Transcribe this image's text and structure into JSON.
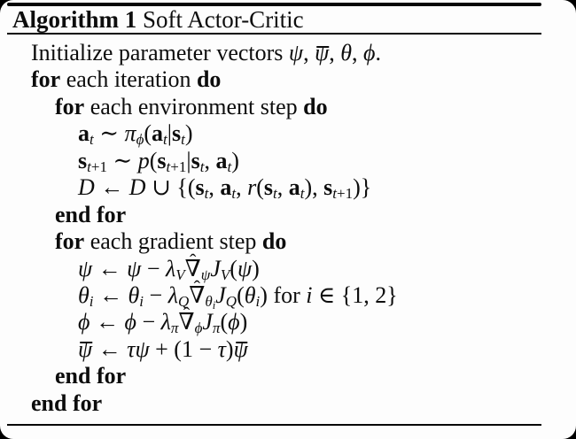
{
  "window": {
    "background": "#000000",
    "page_background": "#fdfdfd",
    "text_color": "#0d0d0d",
    "rule_color": "#060606"
  },
  "glyphs": {
    "hat": "ˆ",
    "bar": "¯"
  },
  "header": {
    "label": "Algorithm 1",
    "title": "Soft Actor-Critic"
  },
  "algorithm": {
    "lines": [
      {
        "indent": 0,
        "segments": [
          {
            "t": "Initialize parameter vectors ",
            "s": "rm"
          },
          {
            "t": "ψ",
            "s": "it"
          },
          {
            "t": ", ",
            "s": "rm"
          },
          {
            "t": "ψ",
            "s": "it bar"
          },
          {
            "t": ", ",
            "s": "rm"
          },
          {
            "t": "θ",
            "s": "it"
          },
          {
            "t": ", ",
            "s": "rm"
          },
          {
            "t": "ϕ",
            "s": "it"
          },
          {
            "t": ".",
            "s": "rm"
          }
        ]
      },
      {
        "indent": 0,
        "segments": [
          {
            "t": "for",
            "s": "bf"
          },
          {
            "t": " each iteration ",
            "s": "rm"
          },
          {
            "t": "do",
            "s": "bf"
          }
        ]
      },
      {
        "indent": 1,
        "segments": [
          {
            "t": "for",
            "s": "bf"
          },
          {
            "t": " each environment step ",
            "s": "rm"
          },
          {
            "t": "do",
            "s": "bf"
          }
        ]
      },
      {
        "indent": 2,
        "segments": [
          {
            "t": "a",
            "s": "mbf"
          },
          {
            "t": "t",
            "s": "it sub"
          },
          {
            "t": " ∼ ",
            "s": "rm"
          },
          {
            "t": "π",
            "s": "it"
          },
          {
            "t": "ϕ",
            "s": "it sub"
          },
          {
            "t": "(",
            "s": "rm"
          },
          {
            "t": "a",
            "s": "mbf"
          },
          {
            "t": "t",
            "s": "it sub"
          },
          {
            "t": "|",
            "s": "rm"
          },
          {
            "t": "s",
            "s": "mbf"
          },
          {
            "t": "t",
            "s": "it sub"
          },
          {
            "t": ")",
            "s": "rm"
          }
        ]
      },
      {
        "indent": 2,
        "segments": [
          {
            "t": "s",
            "s": "mbf"
          },
          {
            "t": "t",
            "s": "it sub"
          },
          {
            "t": "+1",
            "s": "sub"
          },
          {
            "t": " ∼ ",
            "s": "rm"
          },
          {
            "t": "p",
            "s": "it"
          },
          {
            "t": "(",
            "s": "rm"
          },
          {
            "t": "s",
            "s": "mbf"
          },
          {
            "t": "t",
            "s": "it sub"
          },
          {
            "t": "+1",
            "s": "sub"
          },
          {
            "t": "|",
            "s": "rm"
          },
          {
            "t": "s",
            "s": "mbf"
          },
          {
            "t": "t",
            "s": "it sub"
          },
          {
            "t": ", ",
            "s": "rm"
          },
          {
            "t": "a",
            "s": "mbf"
          },
          {
            "t": "t",
            "s": "it sub"
          },
          {
            "t": ")",
            "s": "rm"
          }
        ]
      },
      {
        "indent": 2,
        "segments": [
          {
            "t": "D",
            "s": "cal"
          },
          {
            "t": " ← ",
            "s": "rm"
          },
          {
            "t": "D",
            "s": "cal"
          },
          {
            "t": " ∪ {(",
            "s": "rm"
          },
          {
            "t": "s",
            "s": "mbf"
          },
          {
            "t": "t",
            "s": "it sub"
          },
          {
            "t": ", ",
            "s": "rm"
          },
          {
            "t": "a",
            "s": "mbf"
          },
          {
            "t": "t",
            "s": "it sub"
          },
          {
            "t": ", ",
            "s": "rm"
          },
          {
            "t": "r",
            "s": "it"
          },
          {
            "t": "(",
            "s": "rm"
          },
          {
            "t": "s",
            "s": "mbf"
          },
          {
            "t": "t",
            "s": "it sub"
          },
          {
            "t": ", ",
            "s": "rm"
          },
          {
            "t": "a",
            "s": "mbf"
          },
          {
            "t": "t",
            "s": "it sub"
          },
          {
            "t": "), ",
            "s": "rm"
          },
          {
            "t": "s",
            "s": "mbf"
          },
          {
            "t": "t",
            "s": "it sub"
          },
          {
            "t": "+1",
            "s": "sub"
          },
          {
            "t": ")}",
            "s": "rm"
          }
        ]
      },
      {
        "indent": 1,
        "segments": [
          {
            "t": "end for",
            "s": "bf"
          }
        ]
      },
      {
        "indent": 1,
        "segments": [
          {
            "t": "for",
            "s": "bf"
          },
          {
            "t": " each gradient step ",
            "s": "rm"
          },
          {
            "t": "do",
            "s": "bf"
          }
        ]
      },
      {
        "indent": 2,
        "segments": [
          {
            "t": "ψ",
            "s": "it"
          },
          {
            "t": " ← ",
            "s": "rm"
          },
          {
            "t": "ψ",
            "s": "it"
          },
          {
            "t": " − ",
            "s": "rm"
          },
          {
            "t": "λ",
            "s": "it"
          },
          {
            "t": "V",
            "s": "it sub"
          },
          {
            "t": "∇",
            "s": "hat"
          },
          {
            "t": "ψ",
            "s": "it sub"
          },
          {
            "t": "J",
            "s": "it"
          },
          {
            "t": "V",
            "s": "it sub"
          },
          {
            "t": "(",
            "s": "rm"
          },
          {
            "t": "ψ",
            "s": "it"
          },
          {
            "t": ")",
            "s": "rm"
          }
        ]
      },
      {
        "indent": 2,
        "segments": [
          {
            "t": "θ",
            "s": "it"
          },
          {
            "t": "i",
            "s": "it sub"
          },
          {
            "t": " ← ",
            "s": "rm"
          },
          {
            "t": "θ",
            "s": "it"
          },
          {
            "t": "i",
            "s": "it sub"
          },
          {
            "t": " − ",
            "s": "rm"
          },
          {
            "t": "λ",
            "s": "it"
          },
          {
            "t": "Q",
            "s": "it sub"
          },
          {
            "t": "∇",
            "s": "hat"
          },
          {
            "t": "θ",
            "s": "it sub"
          },
          {
            "t": "i",
            "s": "it subsub"
          },
          {
            "t": "J",
            "s": "it"
          },
          {
            "t": "Q",
            "s": "it sub"
          },
          {
            "t": "(",
            "s": "rm"
          },
          {
            "t": "θ",
            "s": "it"
          },
          {
            "t": "i",
            "s": "it sub"
          },
          {
            "t": ")",
            "s": "rm"
          },
          {
            "t": " for ",
            "s": "rm"
          },
          {
            "t": "i",
            "s": "it"
          },
          {
            "t": " ∈ {1, 2}",
            "s": "rm"
          }
        ]
      },
      {
        "indent": 2,
        "segments": [
          {
            "t": "ϕ",
            "s": "it"
          },
          {
            "t": " ← ",
            "s": "rm"
          },
          {
            "t": "ϕ",
            "s": "it"
          },
          {
            "t": " − ",
            "s": "rm"
          },
          {
            "t": "λ",
            "s": "it"
          },
          {
            "t": "π",
            "s": "it sub"
          },
          {
            "t": "∇",
            "s": "hat"
          },
          {
            "t": "ϕ",
            "s": "it sub"
          },
          {
            "t": "J",
            "s": "it"
          },
          {
            "t": "π",
            "s": "it sub"
          },
          {
            "t": "(",
            "s": "rm"
          },
          {
            "t": "ϕ",
            "s": "it"
          },
          {
            "t": ")",
            "s": "rm"
          }
        ]
      },
      {
        "indent": 2,
        "segments": [
          {
            "t": "ψ",
            "s": "it bar"
          },
          {
            "t": " ← ",
            "s": "rm"
          },
          {
            "t": "τ",
            "s": "it"
          },
          {
            "t": "ψ",
            "s": "it"
          },
          {
            "t": " + (1 − ",
            "s": "rm"
          },
          {
            "t": "τ",
            "s": "it"
          },
          {
            "t": ")",
            "s": "rm"
          },
          {
            "t": "ψ",
            "s": "it bar"
          }
        ]
      },
      {
        "indent": 1,
        "segments": [
          {
            "t": "end for",
            "s": "bf"
          }
        ]
      },
      {
        "indent": 0,
        "segments": [
          {
            "t": "end for",
            "s": "bf"
          }
        ]
      }
    ]
  }
}
